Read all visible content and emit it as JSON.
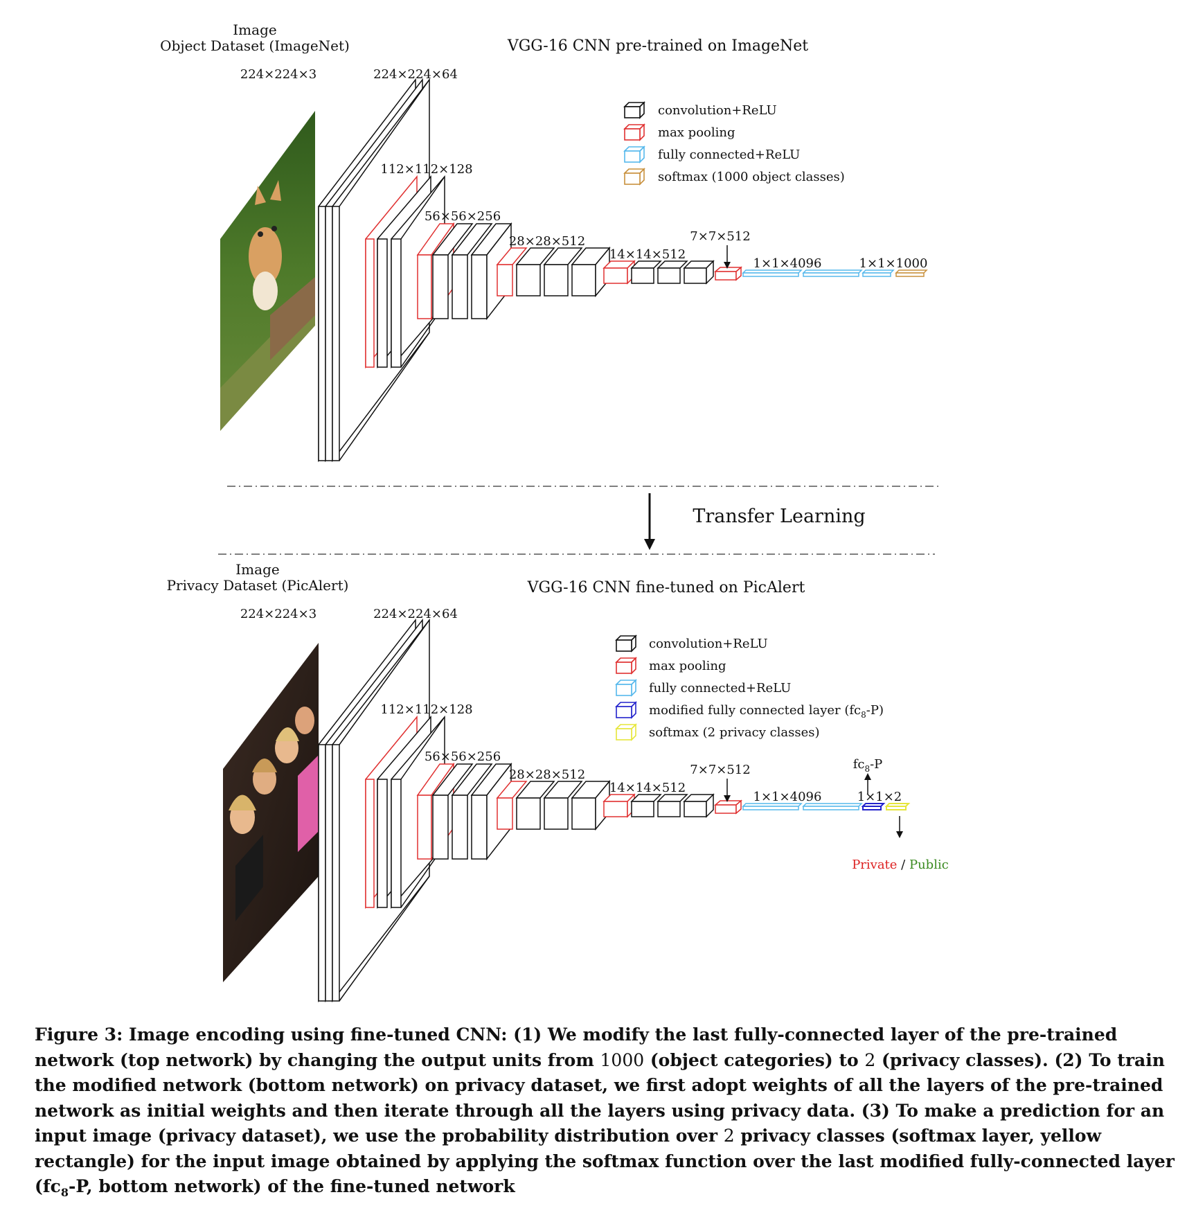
{
  "colors": {
    "conv": "#111111",
    "pool": "#e03030",
    "fc": "#55b8ec",
    "softmax_top": "#c8903c",
    "fc8p": "#2222cc",
    "softmax_bottom": "#e6e63a",
    "private": "#dd2222",
    "public": "#3a8a20"
  },
  "top": {
    "title": "VGG-16 CNN pre-trained on ImageNet",
    "image_label_1": "Image",
    "image_label_2": "Object Dataset (ImageNet)",
    "image_icon": "kitten-photo",
    "dims": {
      "input": "224×224×3",
      "b1": "224×224×64",
      "b2": "112×112×128",
      "b3": "56×56×256",
      "b4": "28×28×512",
      "b5": "14×14×512",
      "pool5": "7×7×512",
      "fc": "1×1×4096",
      "out": "1×1×1000"
    },
    "legend": [
      {
        "label": "convolution+ReLU",
        "color": "#111111"
      },
      {
        "label": "max  pooling",
        "color": "#e03030"
      },
      {
        "label": "fully  connected+ReLU",
        "color": "#55b8ec"
      },
      {
        "label": "softmax  (1000  object  classes)",
        "color": "#c8903c"
      }
    ]
  },
  "transfer": {
    "label": "Transfer Learning"
  },
  "bottom": {
    "title": "VGG-16 CNN fine-tuned on PicAlert",
    "image_label_1": "Image",
    "image_label_2": "Privacy Dataset (PicAlert)",
    "image_icon": "group-photo",
    "dims": {
      "input": "224×224×3",
      "b1": "224×224×64",
      "b2": "112×112×128",
      "b3": "56×56×256",
      "b4": "28×28×512",
      "b5": "14×14×512",
      "pool5": "7×7×512",
      "fc": "1×1×4096",
      "out": "1×1×2"
    },
    "fc8p_label": "fc",
    "fc8p_sub": "8",
    "fc8p_suffix": "-P",
    "legend": [
      {
        "label": "convolution+ReLU",
        "color": "#111111"
      },
      {
        "label": "max  pooling",
        "color": "#e03030"
      },
      {
        "label": "fully  connected+ReLU",
        "color": "#55b8ec"
      },
      {
        "label": "modified  fully  connected  layer  (fc",
        "sub": "8",
        "tail": "-P)",
        "color": "#2222cc"
      },
      {
        "label": "softmax  (2  privacy  classes)",
        "color": "#e6e63a"
      }
    ],
    "private_label": "Private",
    "slash": " / ",
    "public_label": "Public"
  },
  "caption": {
    "lead": "Figure 3:  Image encoding using fine-tuned CNN: (1) We modify the last fully-connected layer of the pre-trained network (top network) by changing the output units from ",
    "n1000": "1000",
    "mid1": " (object categories) to ",
    "n2a": "2",
    "mid2": " (privacy classes). (2) To train the modified network (bottom network) on privacy dataset, we first adopt weights of all the layers of the pre-trained network as initial weights and then iterate through all the layers using privacy data. (3) To make a prediction for an input image (privacy dataset), we use the probability distribution over ",
    "n2b": "2",
    "mid3": " privacy classes (softmax layer, yellow rectangle) for the input image obtained by applying the softmax function over the last modified fully-connected layer (fc",
    "sub8": "8",
    "tail": "-P, bottom network) of the fine-tuned network"
  }
}
